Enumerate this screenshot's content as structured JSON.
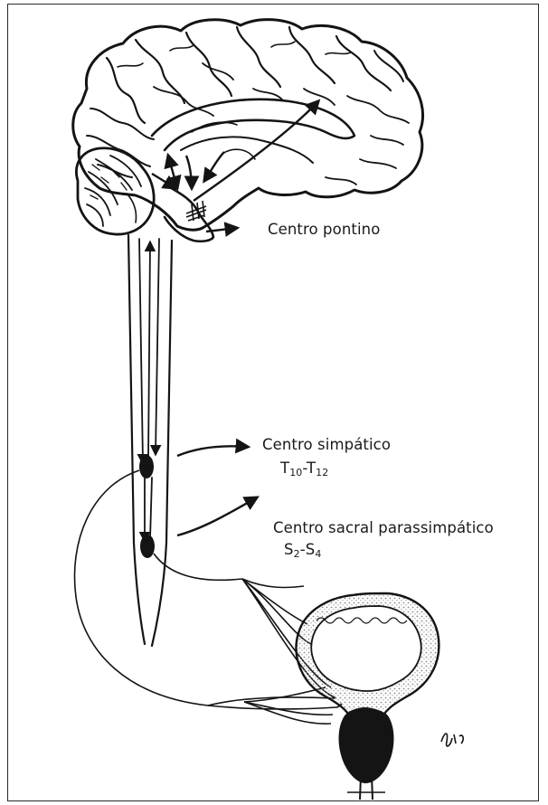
{
  "labels": {
    "pontine": "Centro pontino",
    "sympathetic": "Centro simpático",
    "sympathetic_level": {
      "a_base": "T",
      "a_sub": "10",
      "sep": "-",
      "b_base": "T",
      "b_sub": "12"
    },
    "sacral": "Centro sacral parassimpático",
    "sacral_level": {
      "a_base": "S",
      "a_sub": "2",
      "sep": "-",
      "b_base": "S",
      "b_sub": "4"
    }
  },
  "signature": "Bio",
  "colors": {
    "ink": "#141414",
    "mucosa_dots": "#9a9a9a",
    "frame": "#2a2a2a"
  }
}
